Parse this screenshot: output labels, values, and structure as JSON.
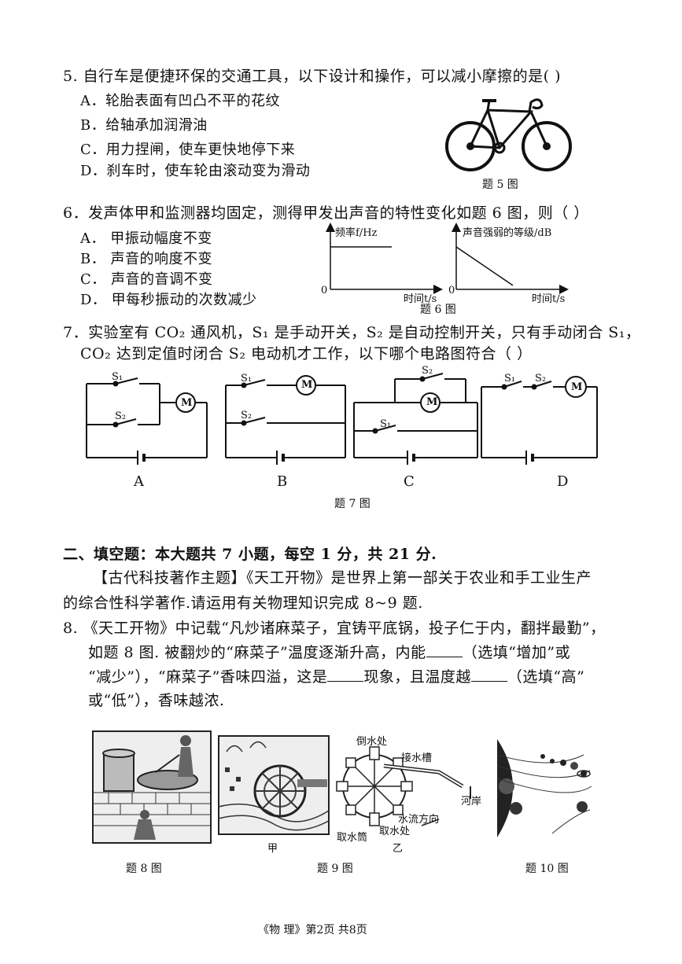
{
  "q5": {
    "stem": "5.   自行车是便捷环保的交通工具，以下设计和操作，可以减小摩擦的是(       )",
    "options": [
      "A．轮胎表面有凹凸不平的花纹",
      "B．给轴承加润滑油",
      "C．用力捏闸，使车更快地停下来",
      "D．刹车时，使车轮由滚动变为滑动"
    ],
    "fig_caption": "题 5 图"
  },
  "q6": {
    "stem": "6．发声体甲和监测器均固定，测得甲发出声音的特性变化如题 6 图，则（       ）",
    "options": [
      "A．  甲振动幅度不变",
      "B．  声音的响度不变",
      "C．  声音的音调不变",
      "D．  甲每秒振动的次数减少"
    ],
    "graph1": {
      "ylabel": "频率f/Hz",
      "xlabel": "时间t/s",
      "origin": "0"
    },
    "graph2": {
      "ylabel": "声音强弱的等级/dB",
      "xlabel": "时间t/s",
      "origin": "0"
    },
    "fig_caption": "题 6 图"
  },
  "q7": {
    "line1": "7．实验室有 CO₂ 通风机，S₁ 是手动开关，S₂ 是自动控制开关，只有手动闭合 S₁，",
    "line2": "CO₂ 达到定值时闭合 S₂ 电动机才工作，以下哪个电路图符合（       ）",
    "circuit_labels": [
      "A",
      "B",
      "C",
      "D"
    ],
    "switch1": "S₁",
    "switch2": "S₂",
    "motor": "M",
    "fig_caption": "题 7 图"
  },
  "section2": {
    "heading": "二、填空题：本大题共 7 小题，每空 1 分，共 21 分.",
    "intro1": "【古代科技著作主题】《天工开物》是世界上第一部关于农业和手工业生产",
    "intro2": "的综合性科学著作.请运用有关物理知识完成 8~9 题."
  },
  "q8": {
    "line1": "8.   《天工开物》中记载“凡炒诸麻菜子，宜铸平底锅，投子仁于内，翻拌最勤”，",
    "line2a": "如题 8 图. 被翻炒的“麻菜子”温度逐渐升高，内能",
    "line2b": "（选填“增加”或",
    "line3a": "“减少”），“麻菜子”香味四溢，这是",
    "line3b": "现象，且温度越",
    "line3c": "（选填“高”",
    "line4": "或“低”），香味越浓."
  },
  "fig9": {
    "label_jia": "甲",
    "label_yi": "乙",
    "top_left": "倒水处",
    "trough": "接水槽",
    "bank": "河岸",
    "flow": "水流方向",
    "bucket": "取水筒",
    "intake": "取水处"
  },
  "captions": {
    "fig8": "题   8  图",
    "fig9": "题 9 图",
    "fig10": "题  10  图"
  },
  "footer": "《物    理》第2页    共8页"
}
